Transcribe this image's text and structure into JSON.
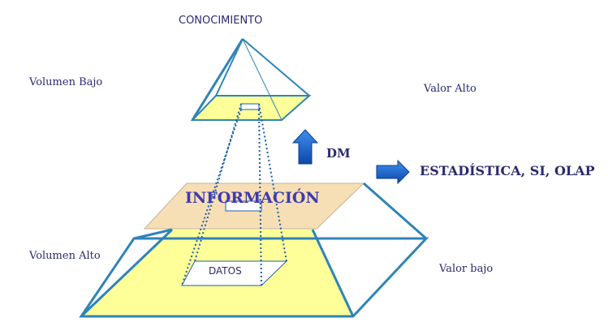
{
  "labels": {
    "top": "CONOCIMIENTO",
    "volumen_bajo": "Volumen Bajo",
    "valor_alto": "Valor Alto",
    "dm": "DM",
    "estadistica": "ESTADÍSTICA, SI, OLAP",
    "informacion": "INFORMACIÓN",
    "volumen_alto": "Volumen Alto",
    "datos": "DATOS",
    "valor_bajo": "Valor bajo"
  },
  "colors": {
    "frame_blue": "#2e84b8",
    "layer_yellow": "#ffff99",
    "info_layer": "#f7dfb5",
    "arrow_blue": "#1a64c8",
    "label_navy": "#2a2a6e",
    "info_text": "#3d3ab0"
  }
}
